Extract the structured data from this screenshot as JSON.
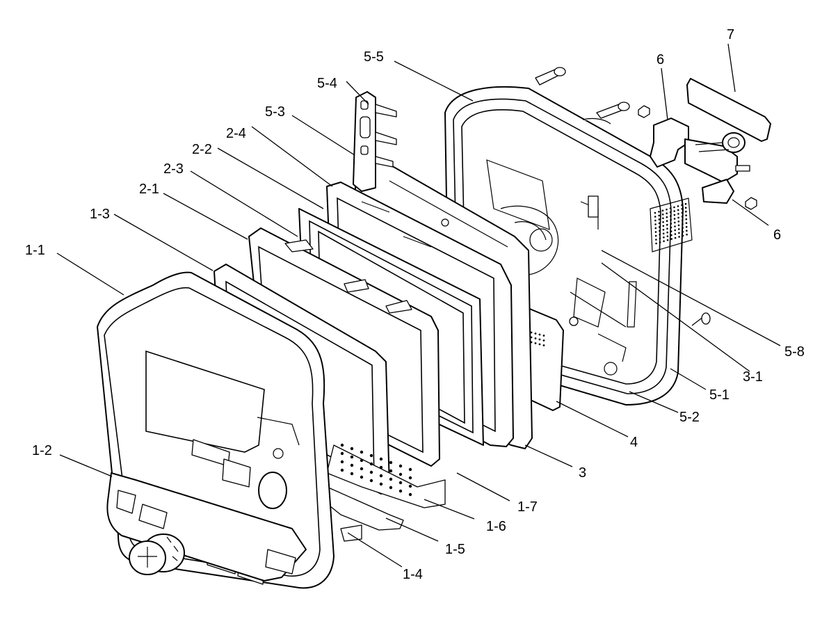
{
  "labels": {
    "l_1_1": "1-1",
    "l_1_2": "1-2",
    "l_1_3": "1-3",
    "l_1_4": "1-4",
    "l_1_5": "1-5",
    "l_1_6": "1-6",
    "l_1_7": "1-7",
    "l_2_1": "2-1",
    "l_2_2": "2-2",
    "l_2_3": "2-3",
    "l_2_4": "2-4",
    "l_3": "3",
    "l_3_1": "3-1",
    "l_4": "4",
    "l_5_1": "5-1",
    "l_5_2": "5-2",
    "l_5_3": "5-3",
    "l_5_4": "5-4",
    "l_5_5": "5-5",
    "l_5_8": "5-8",
    "l_6_top": "6",
    "l_6_bottom": "6",
    "l_7": "7"
  }
}
